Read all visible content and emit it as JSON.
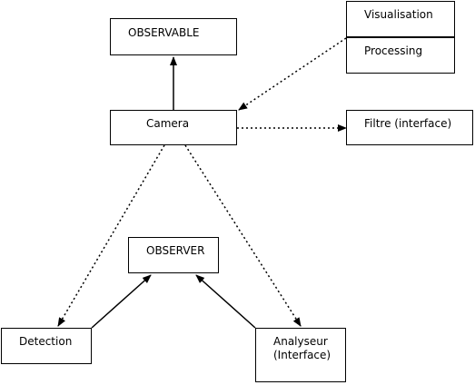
{
  "nodes": {
    "observable": {
      "label": "OBSERVABLE"
    },
    "camera": {
      "label": "Camera"
    },
    "visualisation": {
      "label": "Visualisation"
    },
    "processing": {
      "label": "Processing"
    },
    "filtre": {
      "label": "Filtre (interface)"
    },
    "observer": {
      "label": "OBSERVER"
    },
    "detection": {
      "label": "Detection"
    },
    "analyseur": {
      "label": "Analyseur\n(Interface)"
    }
  },
  "edges": [
    {
      "from": "camera",
      "to": "observable",
      "style": "solid"
    },
    {
      "from": "processing",
      "to": "camera",
      "style": "dotted"
    },
    {
      "from": "camera",
      "to": "filtre",
      "style": "dotted"
    },
    {
      "from": "camera",
      "to": "detection",
      "style": "dotted"
    },
    {
      "from": "camera",
      "to": "analyseur",
      "style": "dotted"
    },
    {
      "from": "detection",
      "to": "observer",
      "style": "solid"
    },
    {
      "from": "analyseur",
      "to": "observer",
      "style": "solid"
    }
  ],
  "colors": {
    "stroke": "#000000",
    "background": "#ffffff"
  }
}
